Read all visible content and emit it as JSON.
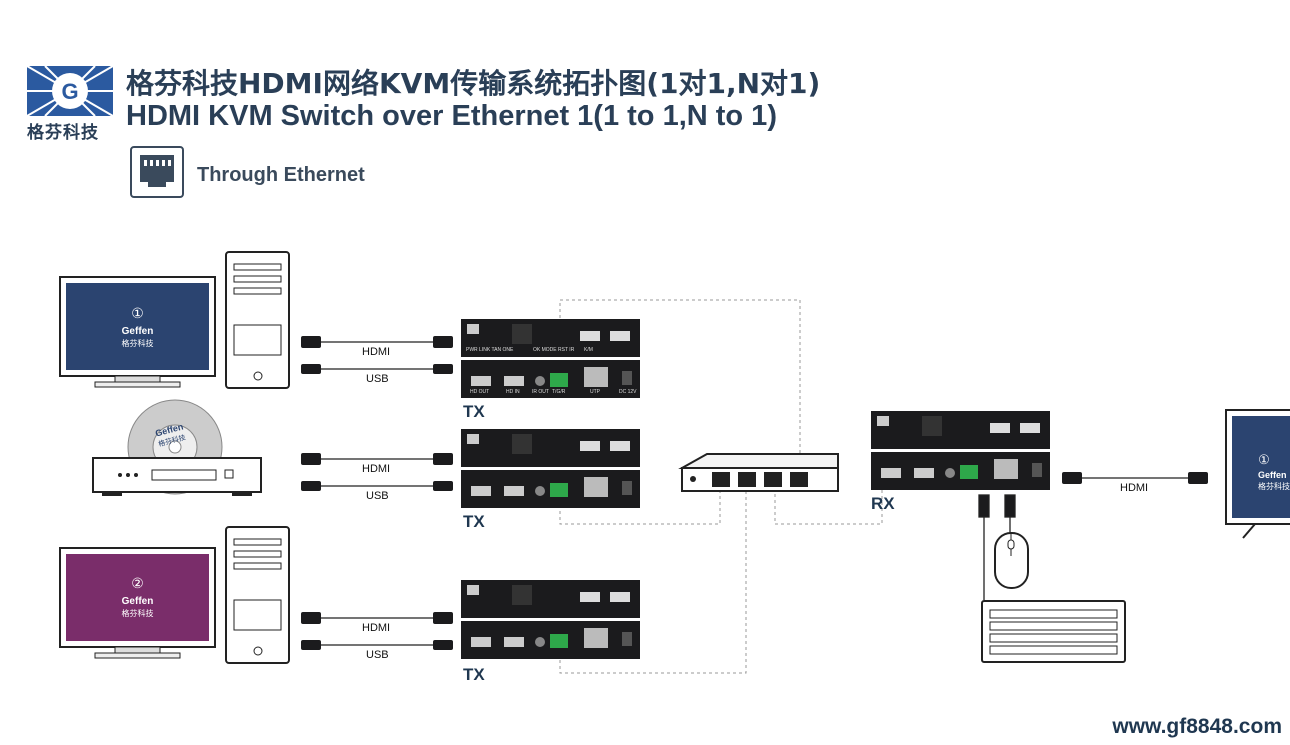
{
  "header": {
    "logo_text": "格芬科技",
    "title_cn": "格芬科技HDMI网络KVM传输系统拓扑图(1对1,N对1)",
    "title_en": "HDMI KVM Switch over Ethernet 1(1 to 1,N to 1)",
    "ethernet_label": "Through Ethernet"
  },
  "sources": [
    {
      "screen_number": "①",
      "screen_brand": "Geffen",
      "screen_brand_cn": "格芬科技",
      "hdmi_label": "HDMI",
      "usb_label": "USB",
      "tx_label": "TX"
    },
    {
      "disc_brand": "Geffen",
      "disc_brand_cn": "格芬科技",
      "hdmi_label": "HDMI",
      "usb_label": "USB",
      "tx_label": "TX"
    },
    {
      "screen_number": "②",
      "screen_brand": "Geffen",
      "screen_brand_cn": "格芬科技",
      "hdmi_label": "HDMI",
      "usb_label": "USB",
      "tx_label": "TX"
    }
  ],
  "unit_labels": {
    "top": "PWR LINK TAN ONE",
    "mid": "OK MODE RST IR",
    "km": "K/M",
    "hd_out": "HD OUT",
    "hd_in": "HD IN",
    "ir_out": "IR OUT",
    "tgr": "T/G/R",
    "utp": "UTP",
    "dc": "DC 12V"
  },
  "receiver": {
    "rx_label": "RX",
    "hdmi_label": "HDMI",
    "screen_number": "①",
    "screen_brand": "Geffen",
    "screen_brand_cn": "格芬科技"
  },
  "footer": {
    "website": "www.gf8848.com"
  },
  "colors": {
    "navy": "#1f3750",
    "unit": "#1b1b1d",
    "screen_blue": "#2b4470",
    "screen_purple": "#7a2d6a"
  }
}
